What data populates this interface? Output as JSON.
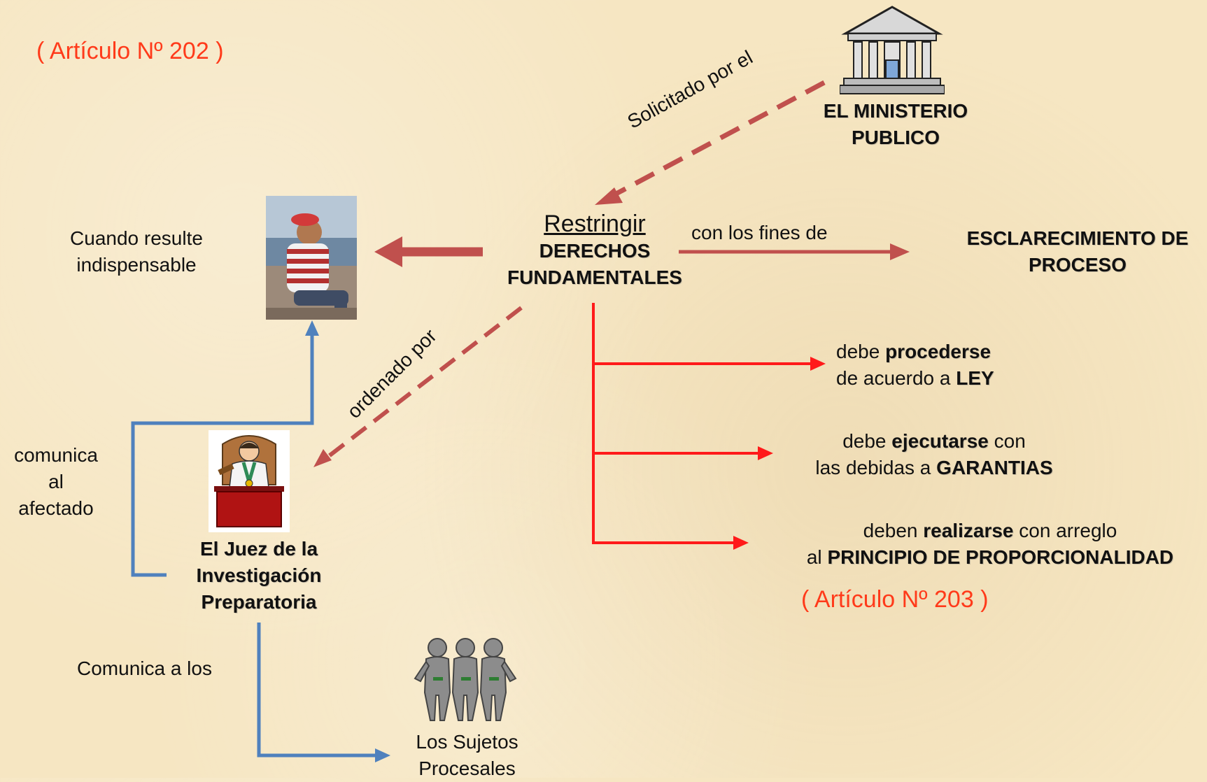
{
  "article_202": "( Artículo Nº 202 )",
  "article_203": "( Artículo Nº 203 )",
  "ministerio": {
    "line1": "EL MINISTERIO",
    "line2": "PUBLICO"
  },
  "solicitado": "Solicitado por el",
  "ordenado": "ordenado por",
  "center": {
    "verb": "Restringir",
    "line1": "DERECHOS",
    "line2": "FUNDAMENTALES"
  },
  "fines": "con los  fines de",
  "esclarecimiento": {
    "line1": "ESCLARECIMIENTO DE",
    "line2": "PROCESO"
  },
  "cuando": {
    "line1": "Cuando resulte",
    "line2": "indispensable"
  },
  "juez": {
    "line1": "El Juez de la",
    "line2": "Investigación",
    "line3": "Preparatoria"
  },
  "comunica_afectado": {
    "line1": "comunica",
    "line2": "al",
    "line3": "afectado"
  },
  "comunica_los": "Comunica a los",
  "sujetos": {
    "line1": "Los Sujetos",
    "line2": "Procesales"
  },
  "cond1": {
    "a": "debe ",
    "b": "procederse",
    "c": "de acuerdo a ",
    "d": "LEY"
  },
  "cond2": {
    "a": "debe ",
    "b": "ejecutarse",
    "c": " con",
    "d": "las debidas a ",
    "e": "GARANTIAS"
  },
  "cond3": {
    "a": "deben ",
    "b": "realizarse",
    "c": " con arreglo",
    "d": "al ",
    "e": "PRINCIPIO DE PROPORCIONALIDAD"
  },
  "colors": {
    "red": "#ff1a1a",
    "dark_red": "#c0504d",
    "blue": "#4f81bd",
    "ref_red": "#ff3a1a"
  },
  "icons": [
    "courthouse-icon",
    "seated-man-photo",
    "judge-icon",
    "people-group-icon"
  ]
}
